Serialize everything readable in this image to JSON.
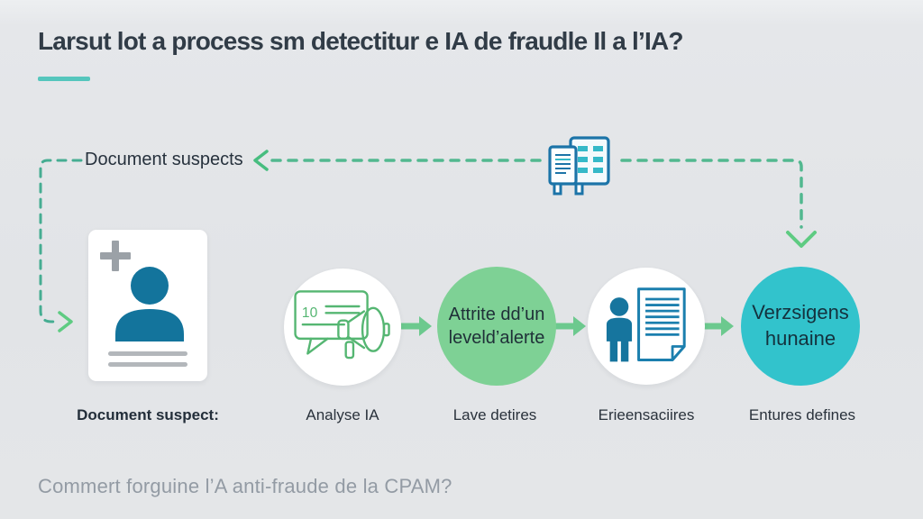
{
  "header": {
    "title": "Larsut lot a process sm detectitur e IA de fraudle Il a l’IA?"
  },
  "flow": {
    "top_label": "Document suspects",
    "source_icon": "buildings-icon"
  },
  "card": {
    "label": "Document suspect:",
    "icon": "person-id-card-icon"
  },
  "steps": [
    {
      "label": "Analyse IA",
      "icon": "megaphone-announcement-icon",
      "bubble_text": "10"
    },
    {
      "label": "Lave detires",
      "line1": "Attrite dd’un",
      "line2": "leveld’alerte"
    },
    {
      "label": "Erieensaciires",
      "icon": "person-document-icon"
    },
    {
      "label": "Entures defines",
      "line1": "Verzsigens",
      "line2": "hunaine"
    }
  ],
  "footer": {
    "caption": "Commert forguine l’A anti-fraude de la CPAM?"
  },
  "colors": {
    "background": "#e2e4e7",
    "title_underline_teal": "#55c6bd",
    "dash_green": "#52b88f",
    "dash_teal": "#46ad92",
    "arrow_green": "#6cc98e",
    "circle_green": "#7ed195",
    "circle_teal": "#32c3cc",
    "icon_solid_blue": "#16759e",
    "icon_outline_blue": "#1b7fae",
    "icon_green": "#55b672",
    "title_text": "#313c47",
    "body_text": "#27323d",
    "muted_text": "#939ba4"
  }
}
